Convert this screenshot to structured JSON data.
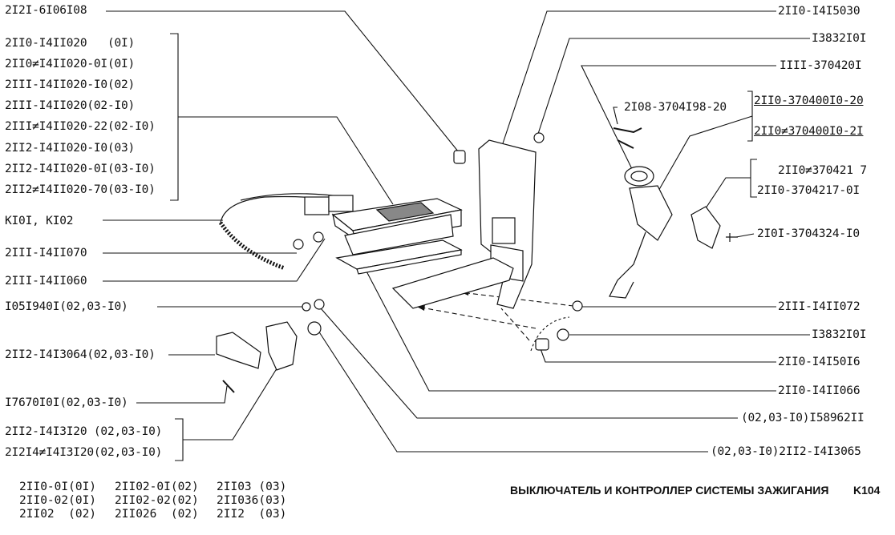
{
  "title": "ВЫКЛЮЧАТЕЛЬ И КОНТРОЛЛЕР СИСТЕМЫ ЗАЖИГАНИЯ",
  "page_code": "K104",
  "left_labels": {
    "top_part": "2I2I-6I06I08",
    "ecu_group": [
      "2II0-I4II020   (0I)",
      "2II0≠I4II020-0I(0I)",
      "2III-I4II020-I0(02)",
      "2III-I4II020(02-I0)",
      "2III≠I4II020-22(02-I0)",
      "2II2-I4II020-I0(03)",
      "2II2-I4II020-0I(03-I0)",
      "2II2≠I4II020-70(03-I0)"
    ],
    "harness": "KI0I, KI02",
    "nut_1": "2III-I4II070",
    "washer_1": "2III-I4II060",
    "washer_2": "I05I940I(02,03-I0)",
    "bracket": "2II2-I4I3064(02,03-I0)",
    "screw": "I7670I0I(02,03-I0)",
    "holder_group": [
      "2II2-I4I3I20 (02,03-I0)",
      "2I2I4≠I4I3I20(02,03-I0)"
    ]
  },
  "right_labels": {
    "bracket_main": "2II0-I4I5030",
    "bushing_top": "I3832I0I",
    "ignition_key": "IIII-370420I",
    "key_blank": "2I08-3704I98-20",
    "switch_group": [
      "2II0-370400I0-20",
      "2II0≠370400I0-2I"
    ],
    "cover_group": [
      "2II0≠370421 7",
      "2II0-3704217-0I"
    ],
    "cover_screw": "2I0I-3704324-I0",
    "nut_2": "2III-I4II072",
    "bushing_2": "I3832I0I",
    "spacer": "2II0-I4I50I6",
    "plate": "2II0-I4II066",
    "washer_3": "(02,03-I0)I58962II",
    "stud": "(02,03-I0)2II2-I4I3065"
  },
  "models": [
    [
      "2II0-0I(0I)",
      "2II02-0I(02)",
      "2II03 (03)"
    ],
    [
      "2II0-02(0I)",
      "2II02-02(02)",
      "2II036(03)"
    ],
    [
      "2II02  (02)",
      "2II026  (02)",
      "2II2  (03)"
    ]
  ]
}
